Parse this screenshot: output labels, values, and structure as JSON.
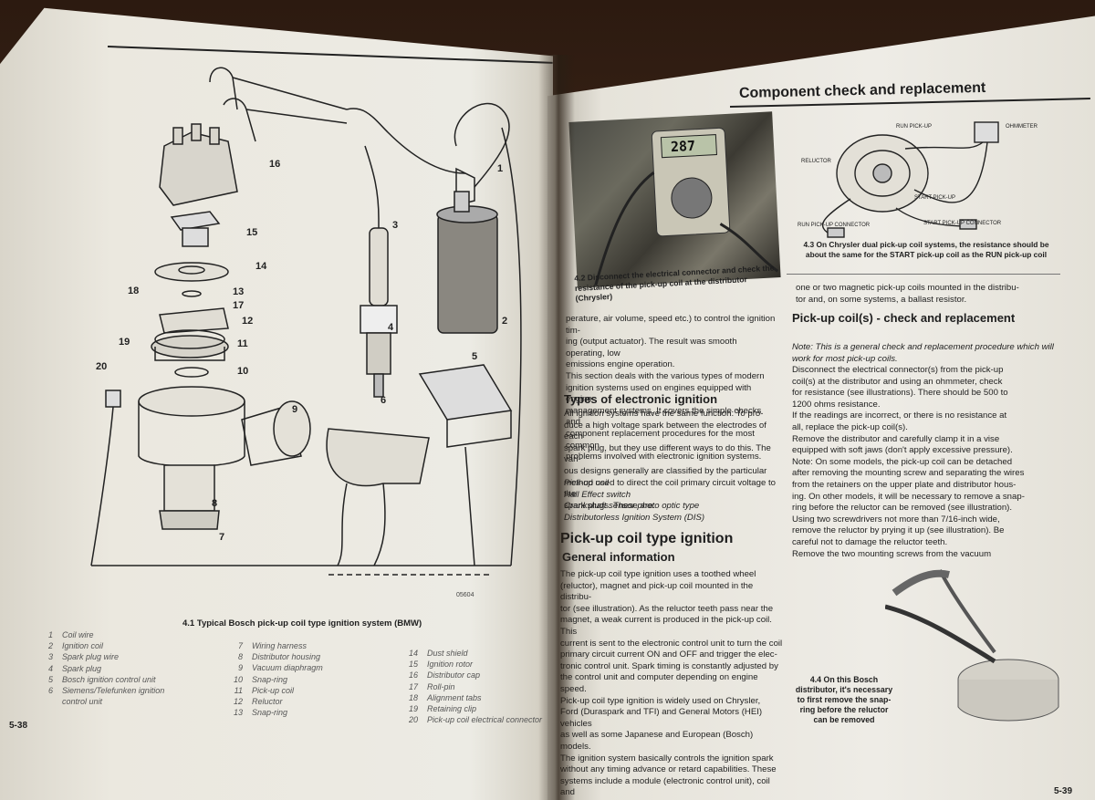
{
  "left_page": {
    "figure_caption": "4.1 Typical Bosch pick-up coil type ignition system (BMW)",
    "figure_code": "05604",
    "callouts": [
      "1",
      "2",
      "3",
      "4",
      "5",
      "6",
      "7",
      "8",
      "9",
      "10",
      "11",
      "12",
      "13",
      "14",
      "15",
      "16",
      "17",
      "18",
      "19",
      "20"
    ],
    "legend_col1": [
      {
        "n": "1",
        "t": "Coil wire"
      },
      {
        "n": "2",
        "t": "Ignition coil"
      },
      {
        "n": "3",
        "t": "Spark plug wire"
      },
      {
        "n": "4",
        "t": "Spark plug"
      },
      {
        "n": "5",
        "t": "Bosch ignition control unit"
      },
      {
        "n": "6",
        "t": "Siemens/Telefunken ignition"
      },
      {
        "n": "",
        "t": "control unit"
      }
    ],
    "legend_col2": [
      {
        "n": "7",
        "t": "Wiring harness"
      },
      {
        "n": "8",
        "t": "Distributor housing"
      },
      {
        "n": "9",
        "t": "Vacuum diaphragm"
      },
      {
        "n": "10",
        "t": "Snap-ring"
      },
      {
        "n": "11",
        "t": "Pick-up coil"
      },
      {
        "n": "12",
        "t": "Reluctor"
      },
      {
        "n": "13",
        "t": "Snap-ring"
      }
    ],
    "legend_col3": [
      {
        "n": "14",
        "t": "Dust shield"
      },
      {
        "n": "15",
        "t": "Ignition rotor"
      },
      {
        "n": "16",
        "t": "Distributor cap"
      },
      {
        "n": "17",
        "t": "Roll-pin"
      },
      {
        "n": "18",
        "t": "Alignment tabs"
      },
      {
        "n": "19",
        "t": "Retaining clip"
      },
      {
        "n": "20",
        "t": "Pick-up coil electrical connector"
      }
    ],
    "page_number": "5-38"
  },
  "right_page": {
    "running_head": "Component check and replacement",
    "photo1_caption": "4.2 Disconnect the electrical connector and check the resistance of the pick-up coil at the distributor (Chrysler)",
    "meter_reading": "287",
    "diagram_labels": {
      "run": "RUN PICK-UP",
      "ohm": "OHMMETER",
      "reluctor": "RELUCTOR",
      "start": "START PICK-UP",
      "run_conn": "RUN PICK-UP CONNECTOR",
      "start_conn": "START PICK-UP CONNECTOR"
    },
    "fig3_caption": "4.3 On Chrysler dual pick-up coil systems, the resistance should be about the same for the START pick-up coil as the RUN pick-up coil",
    "col1_intro": [
      "perature, air volume, speed etc.) to control the ignition tim-",
      "ing (output actuator). The result was smooth operating, low",
      "emissions engine operation.",
      "This section deals with the various types of modern",
      "ignition systems used on engines equipped with engine",
      "management systems. It covers the simple checks and",
      "component replacement procedures for the most common",
      "problems involved with electronic ignition systems."
    ],
    "h_types": "Types of electronic ignition",
    "types_text": [
      "All ignition systems have the same function: To pro-",
      "duce a high voltage spark between the electrodes of each",
      "spark plug, but they use different ways to do this. The vari-",
      "ous designs generally are classified by the particular",
      "method used to direct the coil primary circuit voltage to the",
      "spark plugs. These are:"
    ],
    "types_list": [
      "Pick-up coil",
      "Hall Effect switch",
      "Crankshaft sensor photo optic type",
      "Distributorless Ignition System (DIS)"
    ],
    "h_pickup": "Pick-up coil type ignition",
    "h_general": "General information",
    "general_text": [
      "The pick-up coil type ignition uses a toothed wheel",
      "(reluctor), magnet and pick-up coil mounted in the distribu-",
      "tor (see illustration). As the reluctor teeth pass near the",
      "magnet, a weak current is produced in the pick-up coil. This",
      "current is sent to the electronic control unit to turn the coil",
      "primary circuit current ON and OFF and trigger the elec-",
      "tronic control unit. Spark timing is constantly adjusted by",
      "the control unit and computer depending on engine speed.",
      "Pick-up coil type ignition is widely used on Chrysler,",
      "Ford (Duraspark and TFI) and General Motors (HEI) vehicles",
      "as well as some Japanese and European (Bosch) models.",
      "The ignition system basically controls the ignition spark",
      "without any timing advance or retard capabilities. These",
      "systems include a module (electronic control unit), coil and"
    ],
    "col2_intro": [
      "one or two magnetic pick-up coils mounted in the distribu-",
      "tor and, on some systems, a ballast resistor."
    ],
    "h_check": "Pick-up coil(s) - check and replacement",
    "note1": "Note: This is a general check and replacement procedure which will work for most pick-up coils.",
    "check_text": [
      "Disconnect the electrical connector(s) from the pick-up",
      "coil(s) at the distributor and using an ohmmeter, check",
      "for resistance (see illustrations). There should be 500 to",
      "1200 ohms resistance.",
      "If the readings are incorrect, or there is no resistance at",
      "all, replace the pick-up coil(s).",
      "Remove the distributor and carefully clamp it in a vise",
      "equipped with soft jaws (don't apply excessive pressure).",
      "Note: On some models, the pick-up coil can be detached",
      "after removing the mounting screw and separating the wires",
      "from the retainers on the upper plate and distributor hous-",
      "ing. On other models, it will be necessary to remove a snap-",
      "ring before the reluctor can be removed (see illustration).",
      "Using two screwdrivers not more than 7/16-inch wide,",
      "remove the reluctor by prying it up (see illustration). Be",
      "careful not to damage the reluctor teeth.",
      "Remove the two mounting screws from the vacuum"
    ],
    "fig4_caption": "4.4 On this Bosch distributor, it's necessary to first remove the snap-ring before the reluctor can be removed",
    "page_number": "5-39"
  }
}
